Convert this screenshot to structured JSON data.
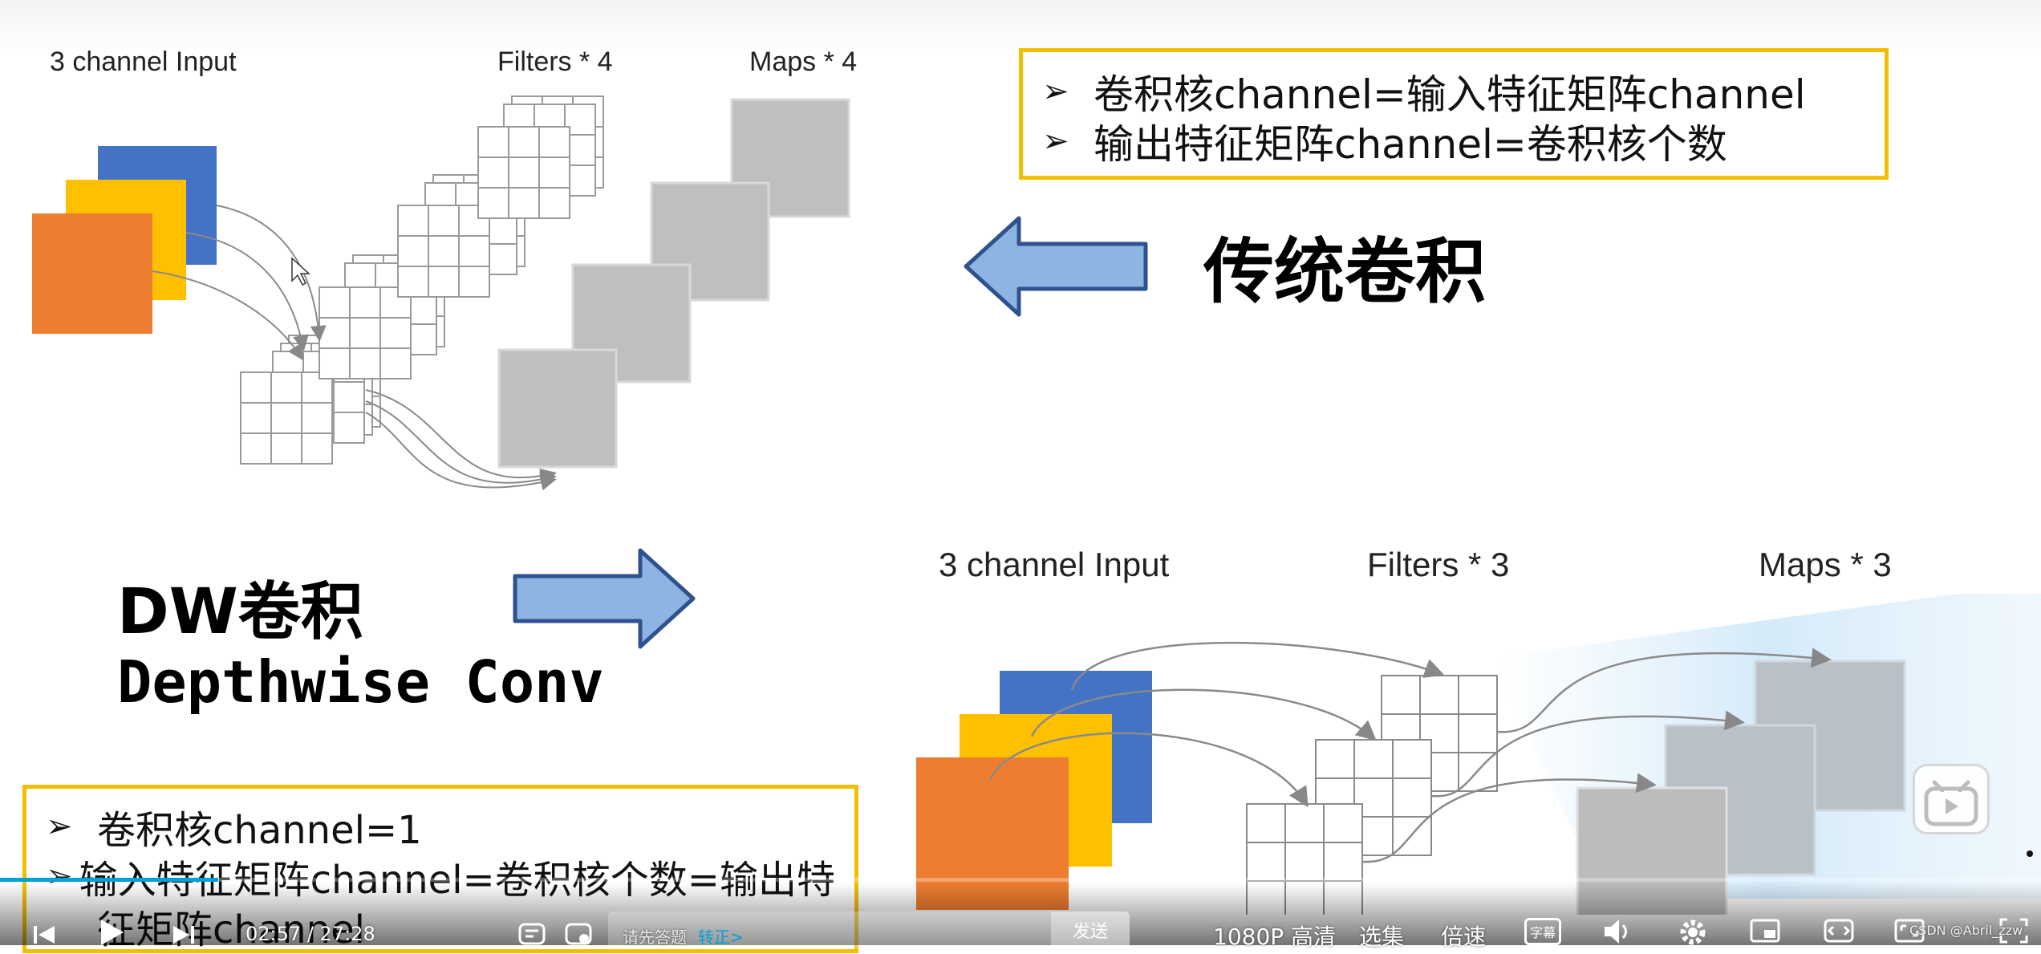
{
  "top_diagram": {
    "input_label": "3 channel Input",
    "filters_label": "Filters * 4",
    "maps_label": "Maps * 4"
  },
  "top_box": {
    "bullet": "➢",
    "line1": "卷积核channel=输入特征矩阵channel",
    "line2": "输出特征矩阵channel=卷积核个数"
  },
  "traditional_title": "传统卷积",
  "dw_title": {
    "line1": "DW卷积",
    "line2": "Depthwise Conv"
  },
  "bottom_diagram": {
    "input_label": "3 channel Input",
    "filters_label": "Filters * 3",
    "maps_label": "Maps * 3"
  },
  "bottom_box": {
    "bullet": "➢",
    "line1": "卷积核channel=1",
    "line2": "输入特征矩阵channel=卷积核个数=输出特",
    "line3": "征矩阵channel"
  },
  "colors": {
    "blue": "#4472c4",
    "yellow": "#ffc000",
    "orange": "#ed7d31",
    "gray_map": "#bfbfbf",
    "box_border": "#f2bf00",
    "arrow_fill": "#8db4e2",
    "arrow_stroke": "#2f528f",
    "progress": "#00a1d6"
  },
  "player": {
    "time_current": "02:57",
    "time_sep": "/",
    "time_total": "27:28",
    "danmu_placeholder": "请先答题",
    "danmu_link": "转正>",
    "send_label": "发送",
    "quality": "1080P 高清",
    "episodes": "选集",
    "speed": "倍速",
    "subtitle": "字幕",
    "watermark": "CSDN @Abril_zzw",
    "progress": 0.107
  }
}
